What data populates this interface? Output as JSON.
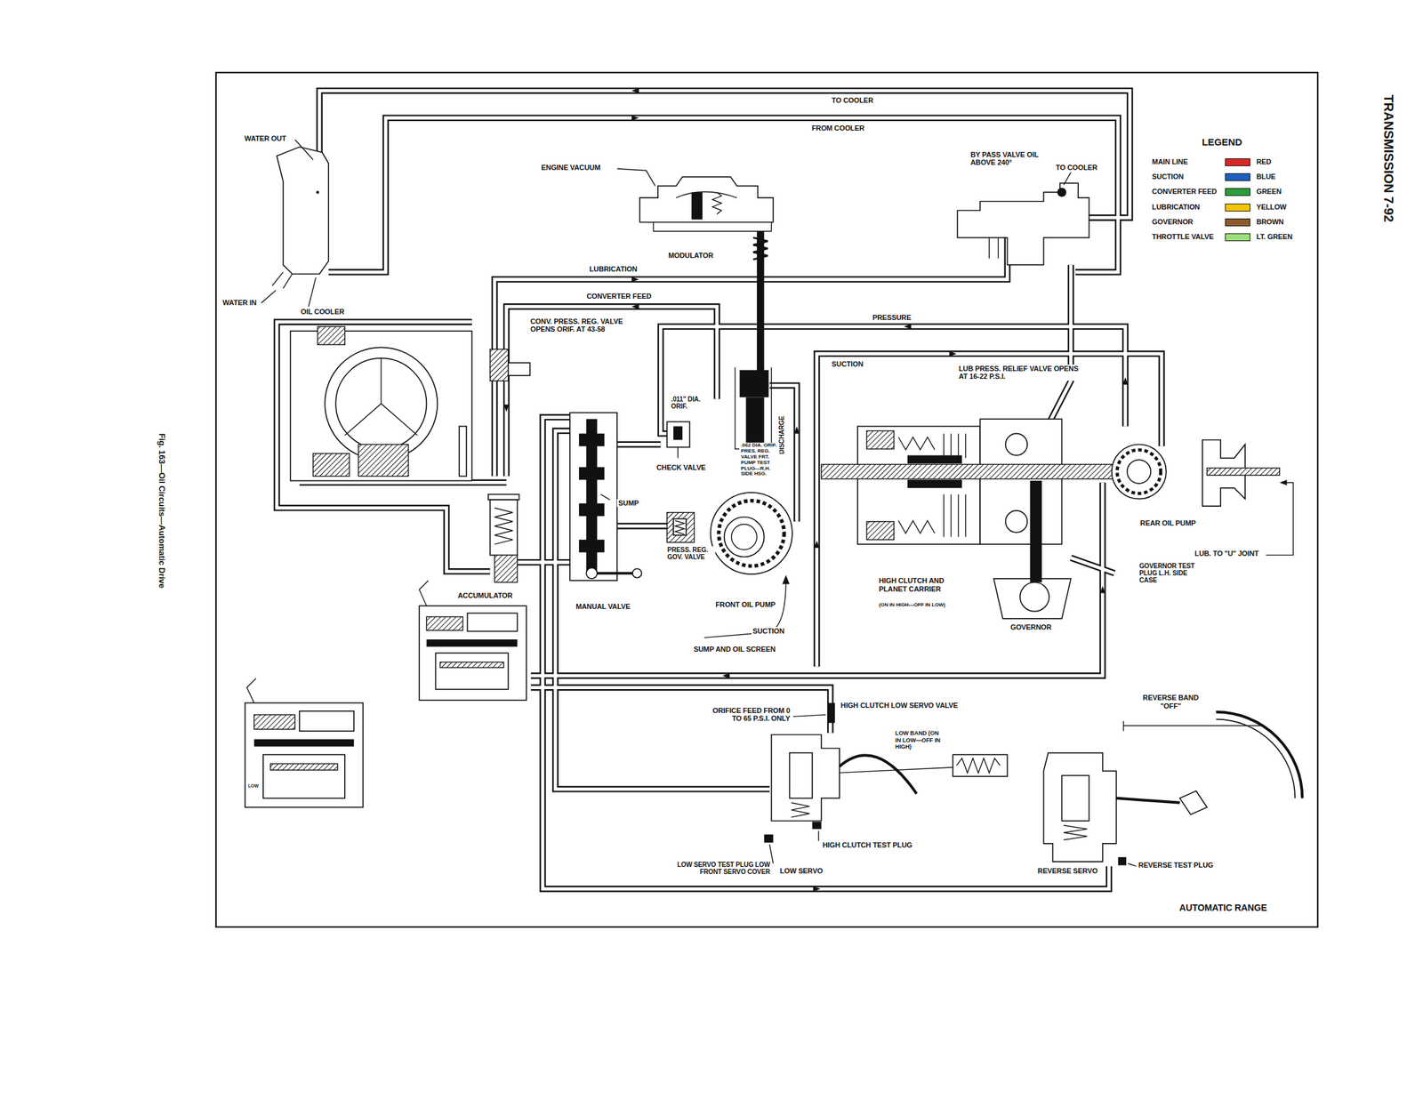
{
  "diagram": {
    "title": "TRANSMISSION 7-92",
    "caption": "Fig. 163—Oil Circuits—Automatic Drive",
    "labels": [
      "TO COOLER",
      "FROM COOLER",
      "WATER OUT",
      "LEGEND",
      "ENGINE VACUUM",
      "BY PASS VALVE OIL ABOVE 240°",
      "TO COOLER",
      "RED",
      "BLUE",
      "GREEN",
      "YELLOW",
      "BROWN",
      "LT. GREEN",
      "MODULATOR",
      "LUBRICATION",
      "CONVERTER FEED",
      "WATER IN",
      "OIL COOLER",
      "CONV. PRESS. REG. VALVE OPENS ORIF. AT 43-58",
      "PRESSURE",
      "SUCTION",
      "LUB PRESS. RELIEF VALVE OPENS AT 16-22 P.S.I.",
      ".011\" DIA. ORIF.",
      "DISCHARGE",
      ".062 DIA. ORIF. PRES. REG. VALVE FRT. PUMP TEST PLUG—R.H. SIDE HSG.",
      "CHECK VALVE",
      "SUMP",
      "REAR OIL PUMP",
      "PRESS. REG. GOV. VALVE",
      "LUB. TO \"U\" JOINT",
      "GOVERNOR TEST PLUG L.H. SIDE CASE",
      "HIGH CLUTCH AND PLANET CARRIER",
      "(ON IN HIGH—OFF IN LOW)",
      "ACCUMULATOR",
      "FRONT OIL PUMP",
      "MANUAL VALVE",
      "GOVERNOR",
      "SUCTION",
      "SUMP AND OIL SCREEN",
      "REVERSE BAND \"OFF\"",
      "HIGH CLUTCH LOW SERVO VALVE",
      "ORIFICE FEED FROM 0 TO 65 P.S.I. ONLY",
      "LOW BAND (ON IN LOW—OFF IN HIGH)",
      "LOW",
      "HIGH CLUTCH TEST PLUG",
      "LOW SERVO TEST PLUG LOW FRONT SERVO COVER",
      "LOW SERVO",
      "REVERSE SERVO",
      "REVERSE TEST PLUG",
      "AUTOMATIC RANGE"
    ],
    "legend": [
      {
        "text": "MAIN LINE",
        "color": "#d62828"
      },
      {
        "text": "SUCTION",
        "color": "#1f5fbf"
      },
      {
        "text": "CONVERTER FEED",
        "color": "#2a9d3a"
      },
      {
        "text": "LUBRICATION",
        "color": "#f2c400"
      },
      {
        "text": "GOVERNOR",
        "color": "#8b5a2b"
      },
      {
        "text": "THROTTLE VALVE",
        "color": "#9be07a"
      }
    ]
  }
}
